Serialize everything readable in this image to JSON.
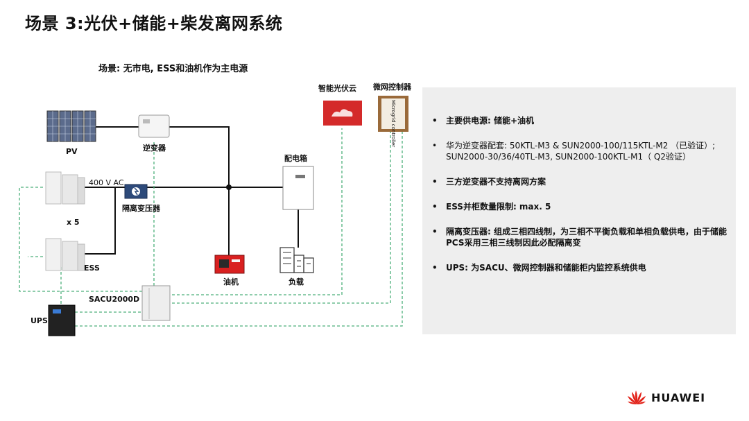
{
  "title": "场景 3:光伏+储能+柴发离网系统",
  "subtitle": "场景: 无市电, ESS和油机作为主电源",
  "labels": {
    "pv": "PV",
    "inverter": "逆变器",
    "voltage": "400 V AC",
    "transformer": "隔离变压器",
    "x5": "x 5",
    "ess": "ESS",
    "sacu": "SACU2000D",
    "ups": "UPS",
    "distribution_box": "配电箱",
    "diesel": "油机",
    "load": "负载",
    "cloud": "智能光伏云",
    "controller": "微网控制器",
    "controller_device_text": "Microgrid controller"
  },
  "bullets": [
    "主要供电源: 储能+油机",
    "华为逆变器配套:  50KTL-M3 & SUN2000-100/115KTL-M2 （已验证）; SUN2000-30/36/40TL-M3, SUN2000-100KTL-M1（ Q2验证）",
    "三方逆变器不支持离网方案",
    "ESS并柜数量限制: max. 5",
    "隔离变压器: 组成三相四线制，为三相不平衡负载和单相负载供电，由于储能PCS采用三相三线制因此必配隔离变",
    "UPS: 为SACU、微网控制器和储能柜内监控系统供电"
  ],
  "brand": "HUAWEI",
  "colors": {
    "dashed_line": "#4caf7a",
    "power_line": "#111111",
    "panel_bg": "#eeeeee",
    "cloud_red": "#d42a2a",
    "controller_brown": "#9a6a3a",
    "diesel_red": "#d92020",
    "brand_red": "#e2231a"
  }
}
